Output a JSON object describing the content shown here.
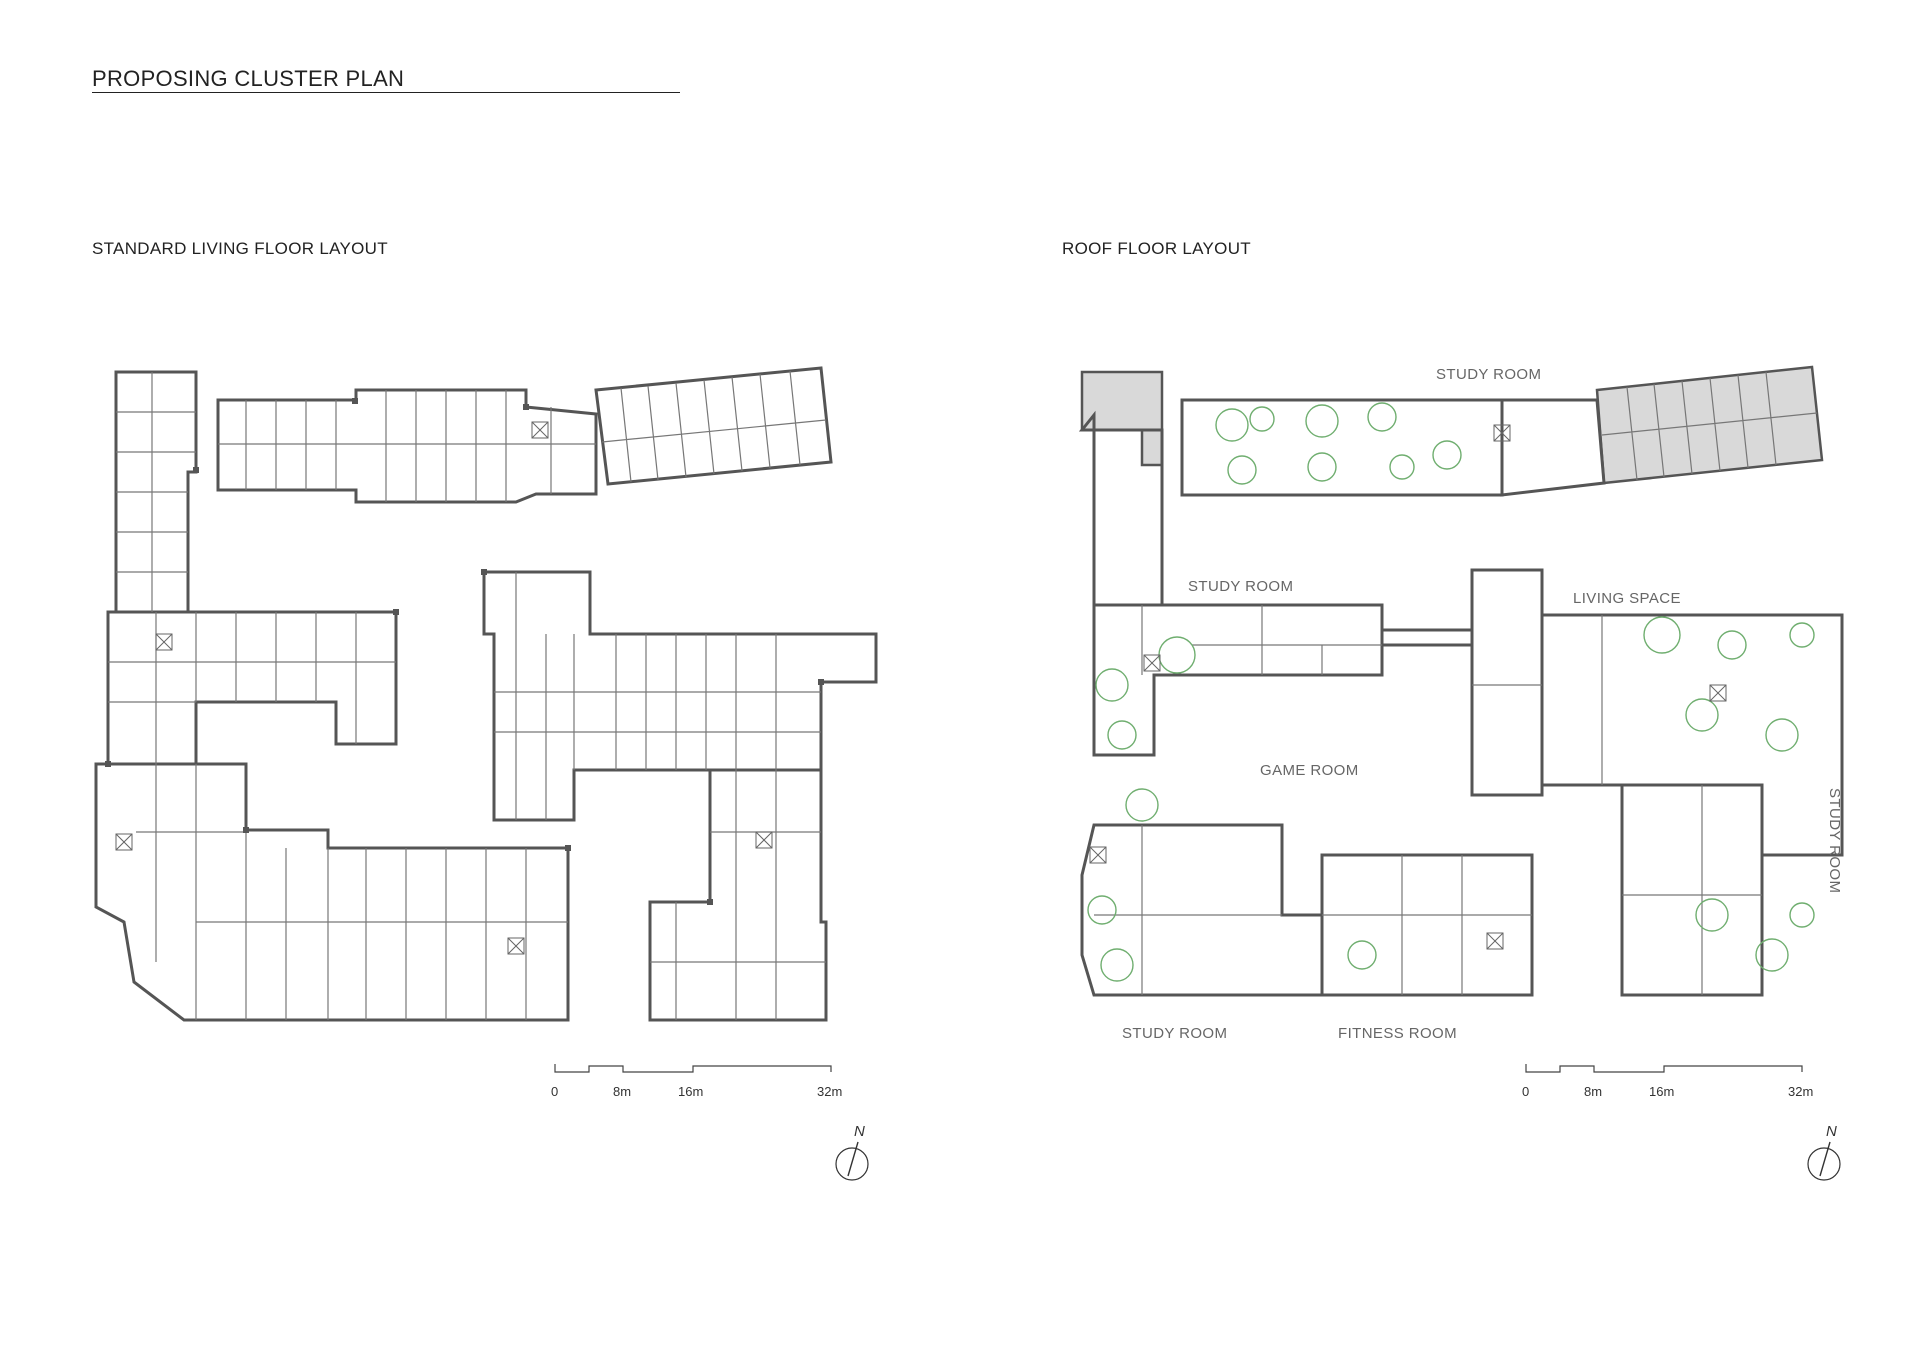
{
  "title": "PROPOSING CLUSTER PLAN",
  "left_plan": {
    "subtitle": "STANDARD LIVING FLOOR LAYOUT"
  },
  "right_plan": {
    "subtitle": "ROOF FLOOR LAYOUT",
    "rooms": {
      "study_top": "STUDY ROOM",
      "study_left": "STUDY ROOM",
      "living": "LIVING SPACE",
      "game": "GAME ROOM",
      "study_right": "STUDY ROOM",
      "study_bottom": "STUDY ROOM",
      "fitness": "FITNESS ROOM"
    }
  },
  "scale_bar": {
    "labels": [
      "0",
      "8m",
      "16m",
      "32m"
    ]
  },
  "north": "N",
  "colors": {
    "wall": "#555555",
    "shaded": "#d9d9d9",
    "greenery": "#6fae6f"
  }
}
